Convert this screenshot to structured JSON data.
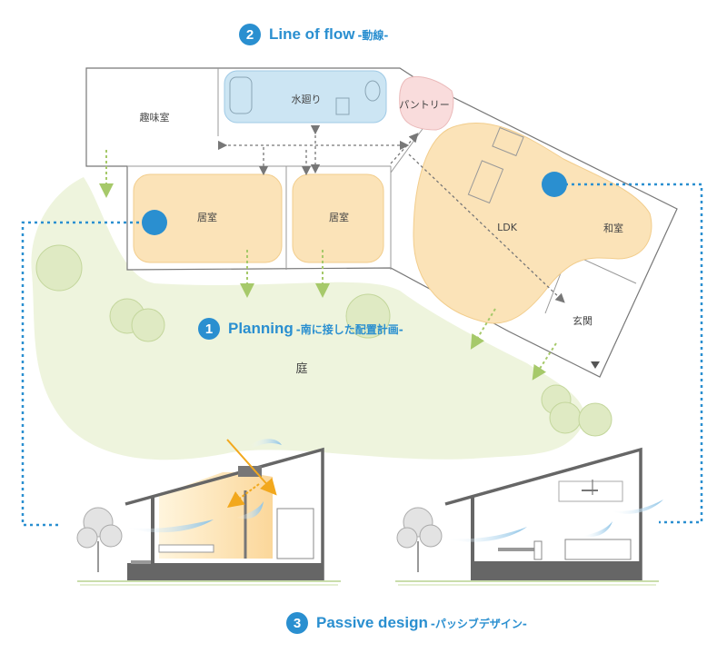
{
  "sections": {
    "line_of_flow": {
      "number": "2",
      "title": "Line of flow",
      "subtitle": "-動線-"
    },
    "planning": {
      "number": "1",
      "title": "Planning",
      "subtitle": "-南に接した配置計画-"
    },
    "passive_design": {
      "number": "3",
      "title": "Passive design",
      "subtitle": "-パッシブデザイン-"
    }
  },
  "rooms": {
    "hobby_room": "趣味室",
    "wet_area": "水廻り",
    "pantry": "パントリー",
    "living_room_left": "居室",
    "living_room_center": "居室",
    "ldk": "LDK",
    "japanese_room": "和室",
    "entrance": "玄関",
    "garden": "庭"
  },
  "colors": {
    "accent_blue": "#2a8fd0",
    "room_fill": "#fbe3b8",
    "wet_fill": "#cce5f3",
    "pantry_fill": "#f9dcdc",
    "garden_fill": "#eef4dd",
    "flow_arrow": "#a6c96a",
    "sun": "#f2a81d"
  }
}
